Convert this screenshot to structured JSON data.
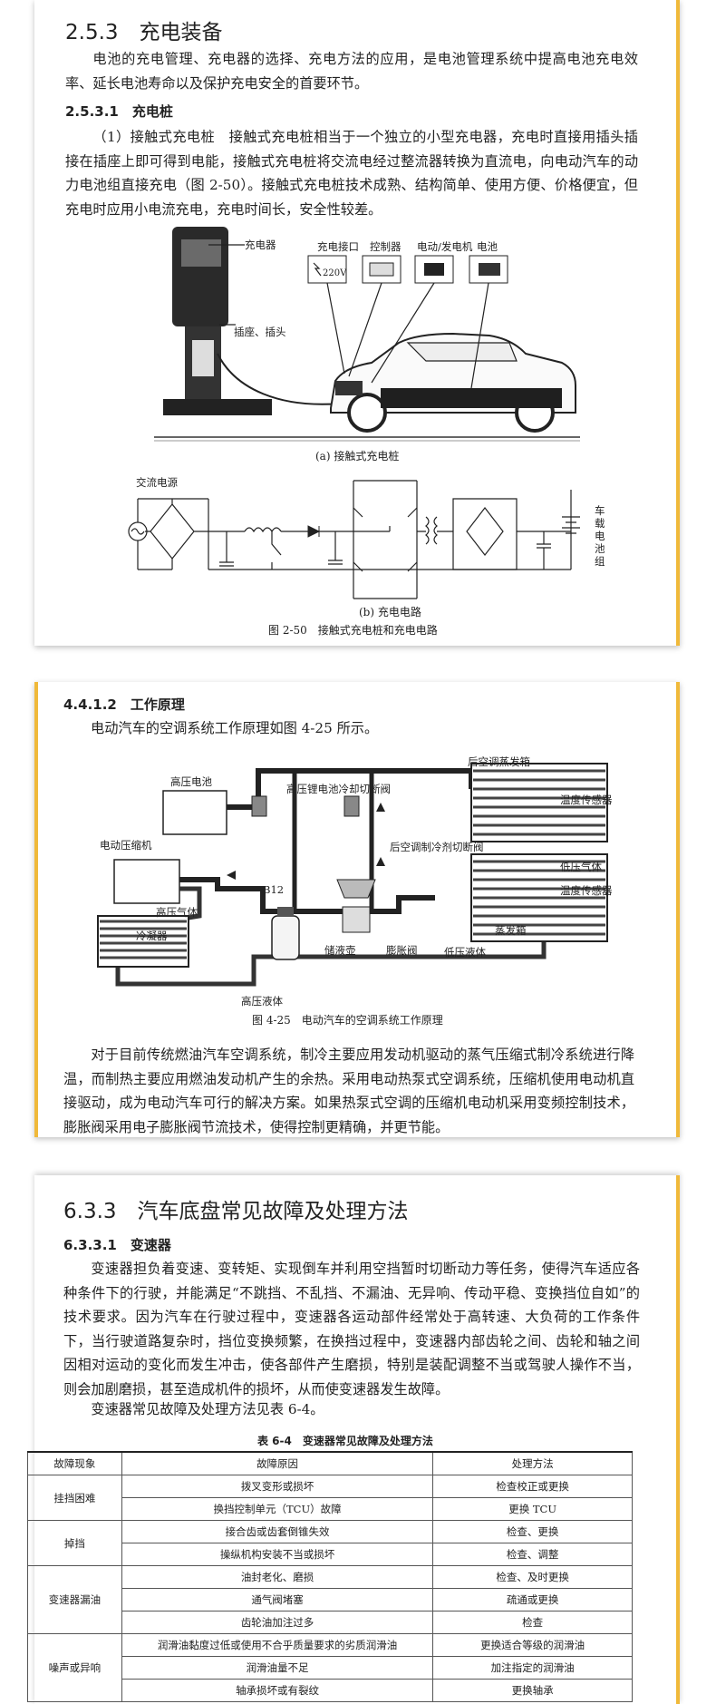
{
  "section1": {
    "title": "2.5.3　充电装备",
    "intro": "电池的充电管理、充电器的选择、充电方法的应用，是电池管理系统中提高电池充电效率、延长电池寿命以及保护充电安全的首要环节。",
    "subtitle": "2.5.3.1　充电桩",
    "para": "（1）接触式充电桩　接触式充电桩相当于一个独立的小型充电器，充电时直接用插头插接在插座上即可得到电能，接触式充电桩将交流电经过整流器转换为直流电，向电动汽车的动力电池组直接充电（图 2-50）。接触式充电桩技术成熟、结构简单、使用方便、价格便宜，但充电时应用小电流充电，充电时间长，安全性较差。",
    "labels": {
      "charger": "充电器",
      "socket_plug": "插座、插头",
      "port": "充电接口",
      "port_value": "220V",
      "controller": "控制器",
      "motor": "电动/发电机",
      "battery": "电池",
      "ac_source": "交流电源",
      "battery_pack": "车载电池组"
    },
    "caption_a": "(a) 接触式充电桩",
    "caption_b": "(b) 充电电路",
    "figure_caption": "图 2-50　接触式充电桩和充电电路"
  },
  "section2": {
    "subtitle": "4.4.1.2　工作原理",
    "intro": "电动汽车的空调系统工作原理如图 4-25 所示。",
    "labels": {
      "hv_battery": "高压电池",
      "e_compressor": "电动压缩机",
      "hv_gas": "高压气体",
      "condenser": "冷凝器",
      "hv_liquid": "高压液体",
      "b12": "B12",
      "receiver": "储液壶",
      "expansion_valve": "膨胀阀",
      "lp_liquid": "低压液体",
      "evaporator": "蒸发箱",
      "lp_gas": "低压气体",
      "temp_sensor_1": "温度传感器",
      "temp_sensor_2": "温度传感器",
      "rear_evaporator": "后空调蒸发箱",
      "li_valve": "高压锂电池冷却切断阀",
      "rear_cut_valve": "后空调制冷剂切断阀"
    },
    "figure_caption": "图 4-25　电动汽车的空调系统工作原理",
    "para": "对于目前传统燃油汽车空调系统，制冷主要应用发动机驱动的蒸气压缩式制冷系统进行降温，而制热主要应用燃油发动机产生的余热。采用电动热泵式空调系统，压缩机使用电动机直接驱动，成为电动汽车可行的解决方案。如果热泵式空调的压缩机电动机采用变频控制技术，膨胀阀采用电子膨胀阀节流技术，使得控制更精确，并更节能。"
  },
  "section3": {
    "title": "6.3.3　汽车底盘常见故障及处理方法",
    "subtitle": "6.3.3.1　变速器",
    "para1": "变速器担负着变速、变转矩、实现倒车并利用空挡暂时切断动力等任务，使得汽车适应各种条件下的行驶，并能满足“不跳挡、不乱挡、不漏油、无异响、传动平稳、变换挡位自如”的技术要求。因为汽车在行驶过程中，变速器各运动部件经常处于高转速、大负荷的工作条件下，当行驶道路复杂时，挡位变换频繁，在换挡过程中，变速器内部齿轮之间、齿轮和轴之间因相对运动的变化而发生冲击，使各部件产生磨损，特别是装配调整不当或驾驶人操作不当，则会加剧磨损，甚至造成机件的损坏，从而使变速器发生故障。",
    "para2": "变速器常见故障及处理方法见表 6-4。",
    "table_title": "表 6-4　变速器常见故障及处理方法",
    "table_headers": [
      "故障现象",
      "故障原因",
      "处理方法"
    ],
    "table_groups": [
      {
        "symptom": "挂挡困难",
        "rows": [
          [
            "拨叉变形或损坏",
            "检查校正或更换"
          ],
          [
            "换挡控制单元（TCU）故障",
            "更换 TCU"
          ]
        ]
      },
      {
        "symptom": "掉挡",
        "rows": [
          [
            "接合齿或齿套倒锥失效",
            "检查、更换"
          ],
          [
            "操纵机构安装不当或损坏",
            "检查、调整"
          ]
        ]
      },
      {
        "symptom": "变速器漏油",
        "rows": [
          [
            "油封老化、磨损",
            "检查、及时更换"
          ],
          [
            "通气阀堵塞",
            "疏通或更换"
          ],
          [
            "齿轮油加注过多",
            "检查"
          ]
        ]
      },
      {
        "symptom": "噪声或异响",
        "rows": [
          [
            "润滑油黏度过低或使用不合乎质量要求的劣质润滑油",
            "更换适合等级的润滑油"
          ],
          [
            "润滑油量不足",
            "加注指定的润滑油"
          ],
          [
            "轴承损坏或有裂纹",
            "更换轴承"
          ]
        ]
      }
    ]
  },
  "colors": {
    "accent": "#f0b93a",
    "text": "#222222"
  }
}
